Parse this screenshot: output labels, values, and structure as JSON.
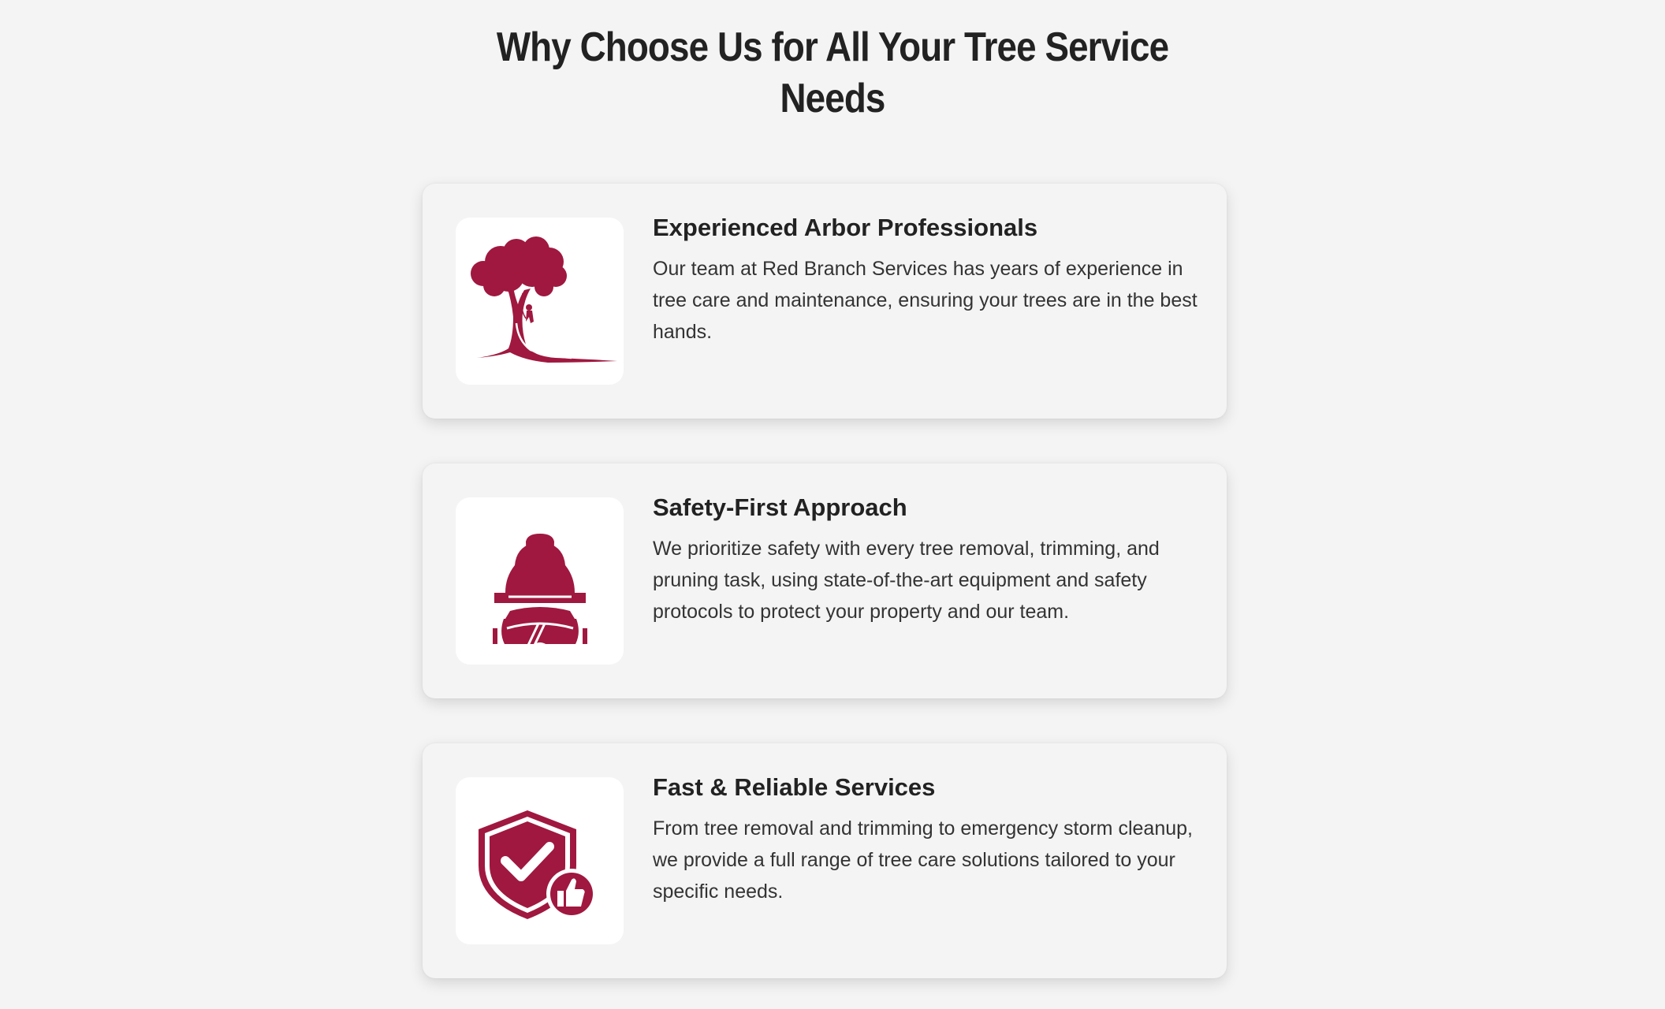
{
  "section": {
    "title_line1": "Why Choose Us for All Your Tree Service",
    "title_line2": "Needs"
  },
  "theme": {
    "accent": "#a0183f",
    "background": "#f4f4f4",
    "card_background": "#f4f4f4",
    "icon_background": "#ffffff",
    "text": "#222222"
  },
  "features": [
    {
      "icon": "tree-climber-icon",
      "title": "Experienced Arbor Professionals",
      "description": "Our team at Red Branch Services has years of experience in tree care and maintenance, ensuring your trees are in the best hands."
    },
    {
      "icon": "hardhat-goggles-icon",
      "title": "Safety-First Approach",
      "description": "We prioritize safety with every tree removal, trimming, and pruning task, using state-of-the-art equipment and safety protocols to protect your property and our team."
    },
    {
      "icon": "shield-check-thumbs-up-icon",
      "title": "Fast & Reliable Services",
      "description": "From tree removal and trimming to emergency storm cleanup, we provide a full range of tree care solutions tailored to your specific needs."
    }
  ]
}
